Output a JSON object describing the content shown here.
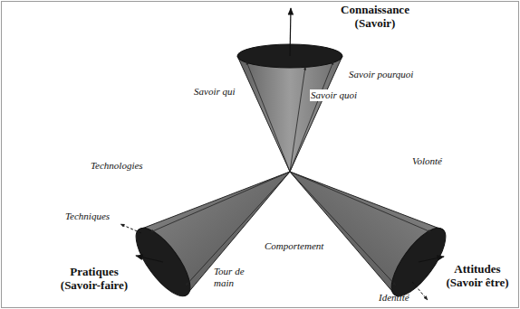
{
  "diagram": {
    "labels": [
      "Connaissance (Savoir)",
      "Savoir qui",
      "Savoir pourquoi",
      "Savoir quoi",
      "Technologies",
      "Techniques",
      "Pratiques (Savoir-faire)",
      "Tour de main",
      "Comportement",
      "Volonté",
      "Attitudes (Savoir être)",
      "Identité"
    ]
  }
}
